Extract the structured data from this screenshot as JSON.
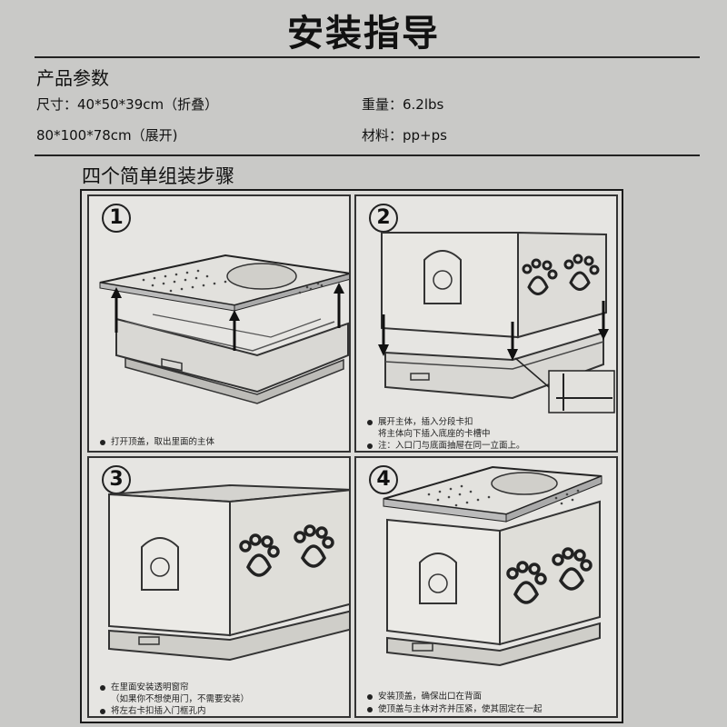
{
  "title": "安装指导",
  "params": {
    "heading": "产品参数",
    "size_folded": "尺寸：40*50*39cm（折叠）",
    "size_unfolded": "80*100*78cm（展开)",
    "weight": "重量：6.2lbs",
    "material": "材料：pp+ps"
  },
  "steps": {
    "heading": "四个简单组装步骤",
    "panels": [
      {
        "number": "1",
        "notes": [
          "打开顶盖，取出里面的主体"
        ]
      },
      {
        "number": "2",
        "notes": [
          "展开主体，插入分段卡扣",
          "将主体向下插入底座的卡槽中",
          "注：入口门与底面抽屉在同一立面上。"
        ]
      },
      {
        "number": "3",
        "notes": [
          "在里面安装透明窗帘",
          "（如果你不想使用门，不需要安装）",
          "将左右卡扣插入门框孔内"
        ]
      },
      {
        "number": "4",
        "notes": [
          "安装顶盖，确保出口在背面",
          "使顶盖与主体对齐并压紧，使其固定在一起"
        ]
      }
    ]
  }
}
